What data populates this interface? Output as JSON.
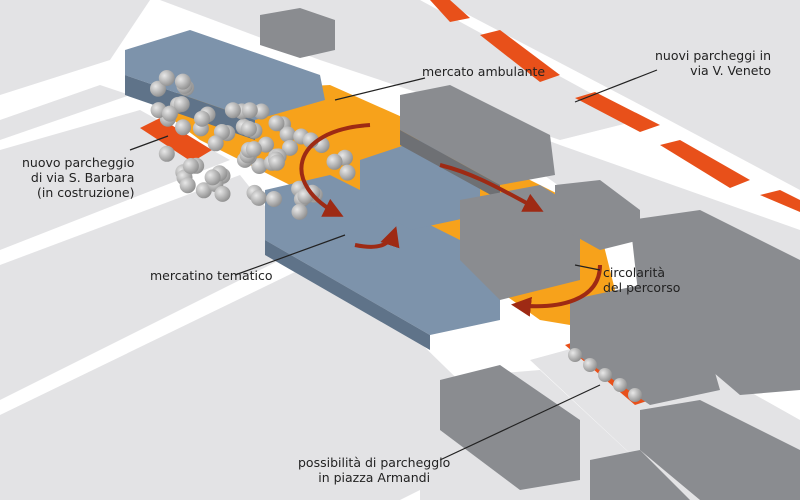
{
  "labels": {
    "mercato_ambulante": "mercato ambulante",
    "nuovi_parcheggi": [
      "nuovi parcheggi in",
      "via V. Veneto"
    ],
    "nuovo_parcheggio": [
      "nuovo parcheggio",
      "di via S. Barbara",
      "(in costruzione)"
    ],
    "mercatino_tematico": "mercatino tematico",
    "circolarita": [
      "circolarità",
      "del percorso"
    ],
    "piazza_armandi": [
      "possibilità di parcheggio",
      "in piazza Armandi"
    ]
  },
  "colors": {
    "market_area": "#f7a21b",
    "parking": "#e8501a",
    "arrow": "#9e2a14",
    "building": "#8a8c90",
    "market_building": "#7d93ab",
    "ground": "#e3e3e5",
    "road": "#ffffff"
  }
}
